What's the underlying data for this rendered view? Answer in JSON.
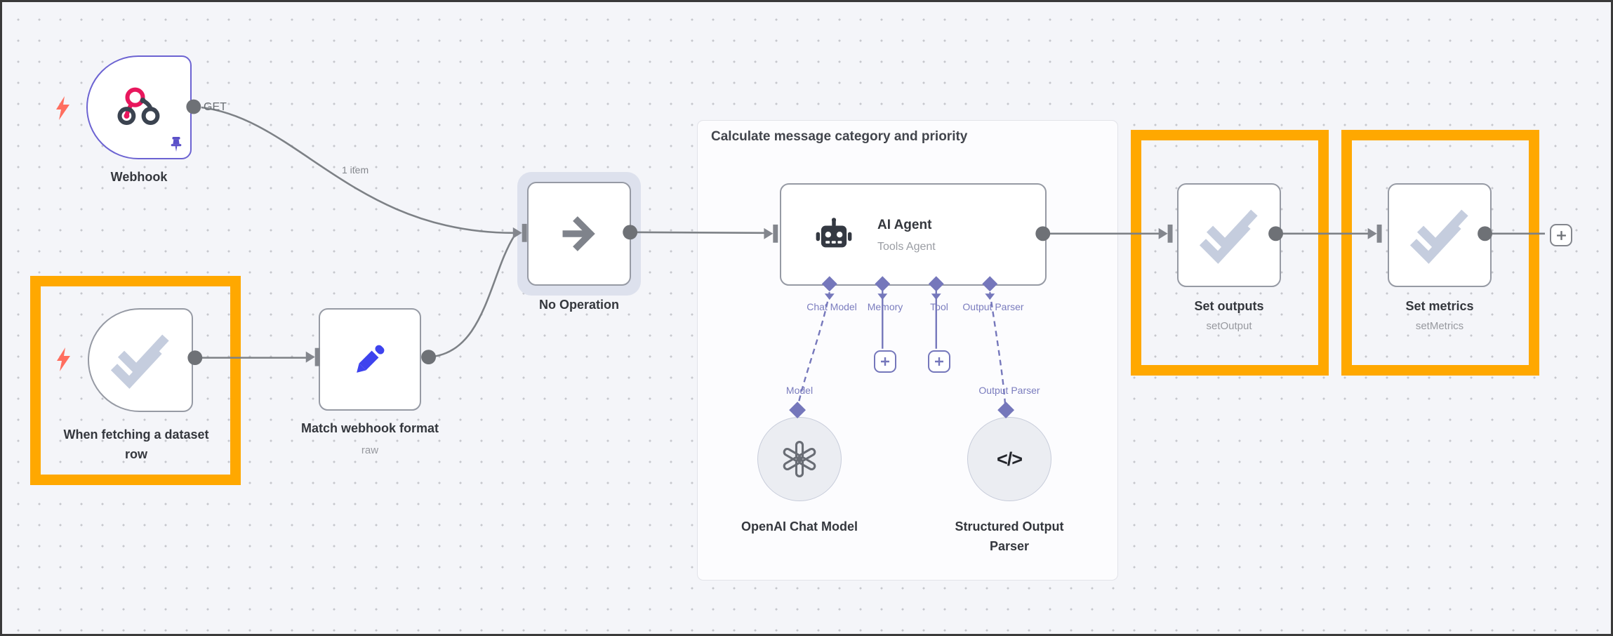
{
  "group": {
    "title": "Calculate message category and priority"
  },
  "edges": {
    "webhook_to_noop_label": "1 item"
  },
  "nodes": {
    "webhook": {
      "label": "Webhook",
      "method": "GET"
    },
    "dataset_trigger": {
      "label_line1": "When fetching a dataset",
      "label_line2": "row"
    },
    "match_webhook_format": {
      "label": "Match webhook format",
      "subtitle": "raw"
    },
    "no_operation": {
      "label": "No Operation"
    },
    "ai_agent": {
      "label": "AI Agent",
      "subtitle": "Tools Agent",
      "ports": [
        {
          "label": "Chat Model"
        },
        {
          "label": "Memory"
        },
        {
          "label": "Tool"
        },
        {
          "label": "Output Parser"
        }
      ],
      "sub_ports": {
        "model": "Model",
        "output_parser": "Output Parser"
      }
    },
    "openai_chat_model": {
      "label": "OpenAI Chat Model"
    },
    "structured_output_parser": {
      "label_line1": "Structured Output",
      "label_line2": "Parser"
    },
    "set_outputs": {
      "label": "Set outputs",
      "subtitle": "setOutput"
    },
    "set_metrics": {
      "label": "Set metrics",
      "subtitle": "setMetrics"
    }
  },
  "colors": {
    "highlight_frame": "#ffa800",
    "selected_border": "#6c63d2",
    "ai_connector": "#7577bb",
    "edge": "#7d8186",
    "canvas_bg": "#f4f5f9"
  }
}
